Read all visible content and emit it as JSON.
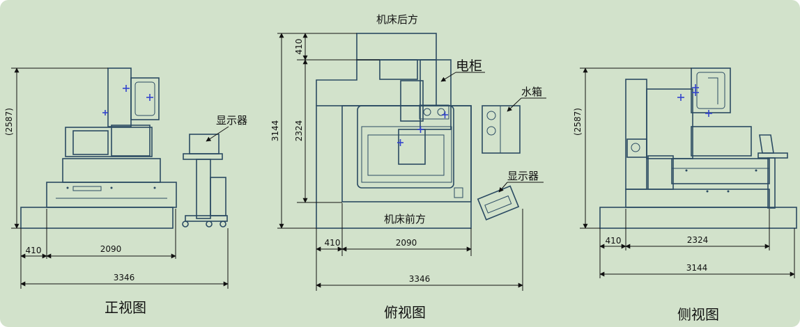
{
  "colors": {
    "background": "#d2e2cb",
    "outline": "#2a4a62",
    "marker": "#3344cc"
  },
  "front": {
    "title": "正视图",
    "label_display": "显示器",
    "dim_height": "(2587)",
    "dim_left": "410",
    "dim_mid": "2090",
    "dim_total": "3346"
  },
  "top": {
    "title": "俯视图",
    "label_back": "机床后方",
    "label_front": "机床前方",
    "label_cabinet": "电柜",
    "label_tank": "水箱",
    "label_display": "显示器",
    "dim_410_v": "410",
    "dim_3144": "3144",
    "dim_2324": "2324",
    "dim_left": "410",
    "dim_mid": "2090",
    "dim_total": "3346"
  },
  "side": {
    "title": "侧视图",
    "dim_height": "(2587)",
    "dim_left": "410",
    "dim_mid": "2324",
    "dim_total": "3144"
  }
}
